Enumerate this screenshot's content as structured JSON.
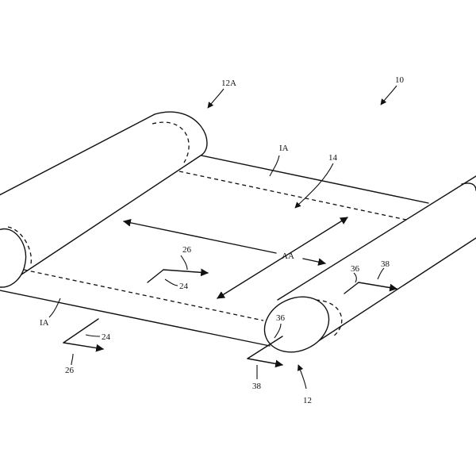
{
  "labels": {
    "device": "10",
    "roller_back": "12A",
    "roller_front": "12",
    "display": "14",
    "active_area": "AA",
    "inactive_area": "IA",
    "direction_24": "24",
    "direction_26": "26",
    "direction_36": "36",
    "direction_38": "38"
  }
}
